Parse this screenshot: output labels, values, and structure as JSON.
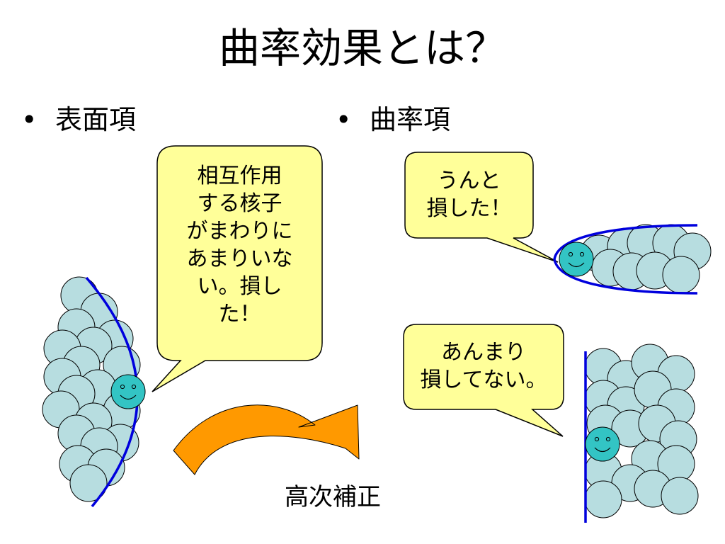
{
  "slide": {
    "title": "曲率効果とは？",
    "left_bullet": "表面項",
    "right_bullet": "曲率項",
    "bullet_marker": "•",
    "bubble_left": [
      "相互作用",
      "する核子",
      "がまわりに",
      "あまりいな",
      "い。損し",
      "た！"
    ],
    "bubble_top_right": [
      "うんと",
      "損した！"
    ],
    "bubble_bottom_right": [
      "あんまり",
      "損してない。"
    ],
    "arrow_label": "高次補正"
  },
  "colors": {
    "bubble_fill": "#ffff99",
    "bubble_stroke": "#000000",
    "nucleon_fill": "#b7dde0",
    "nucleon_stroke": "#000000",
    "smiley_fill": "#33c4c4",
    "surface_line": "#0000dd",
    "arrow_fill": "#ff9900"
  },
  "icons": [
    "smiley-face-icon",
    "curved-arrow-icon"
  ]
}
